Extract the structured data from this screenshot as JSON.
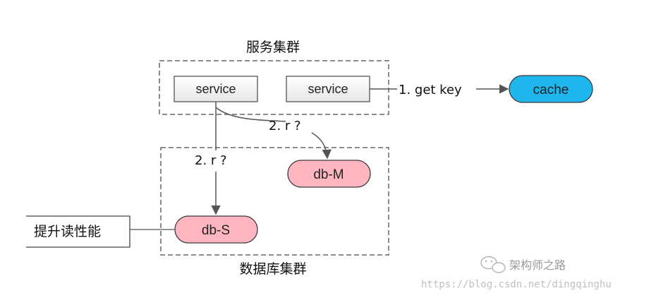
{
  "service_cluster": {
    "title": "服务集群",
    "service_left": "service",
    "service_right": "service"
  },
  "db_cluster": {
    "title": "数据库集群",
    "db_master": "db-M",
    "db_slave": "db-S"
  },
  "cache": {
    "label": "cache"
  },
  "edges": {
    "get_key": "1. get key",
    "read_master": "2. r ?",
    "read_slave": "2. r ?"
  },
  "side_note": "提升读性能",
  "watermark": {
    "brand": "架构师之路",
    "url": "https://blog.csdn.net/dingqinghu"
  },
  "colors": {
    "cache_fill": "#1fb6ee",
    "db_fill": "#ffb6c1",
    "service_fill": "#f2f2f2",
    "line": "#555555"
  }
}
